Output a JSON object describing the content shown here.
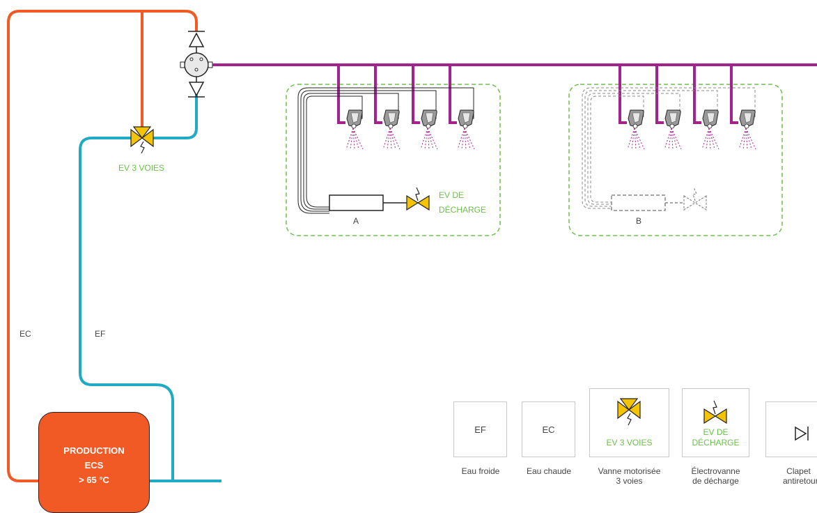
{
  "pipes": {
    "hot_label": "EC",
    "cold_label": "EF"
  },
  "production": {
    "line1": "PRODUCTION",
    "line2": "ECS",
    "line3": "> 65 °C"
  },
  "valve_3way": {
    "label": "EV 3 VOIES"
  },
  "zones": [
    {
      "name": "A",
      "discharge_line1": "EV DE",
      "discharge_line2": "DÉCHARGE"
    },
    {
      "name": "B"
    }
  ],
  "legend": [
    {
      "symbol": "EF",
      "caption": "Eau froide"
    },
    {
      "symbol": "EC",
      "caption": "Eau chaude"
    },
    {
      "symbol": "EV 3 VOIES",
      "caption_line1": "Vanne motorisée",
      "caption_line2": "3 voies"
    },
    {
      "symbol_line1": "EV DE",
      "symbol_line2": "DÉCHARGE",
      "caption_line1": "Électrovanne",
      "caption_line2": "de décharge"
    },
    {
      "caption_line1": "Clapet",
      "caption_line2": "antiretour"
    }
  ],
  "colors": {
    "hot": "#f15a24",
    "cold": "#21aac4",
    "mixed": "#a3228c",
    "valve": "#f5c400",
    "accent_green": "#6cc04a"
  }
}
